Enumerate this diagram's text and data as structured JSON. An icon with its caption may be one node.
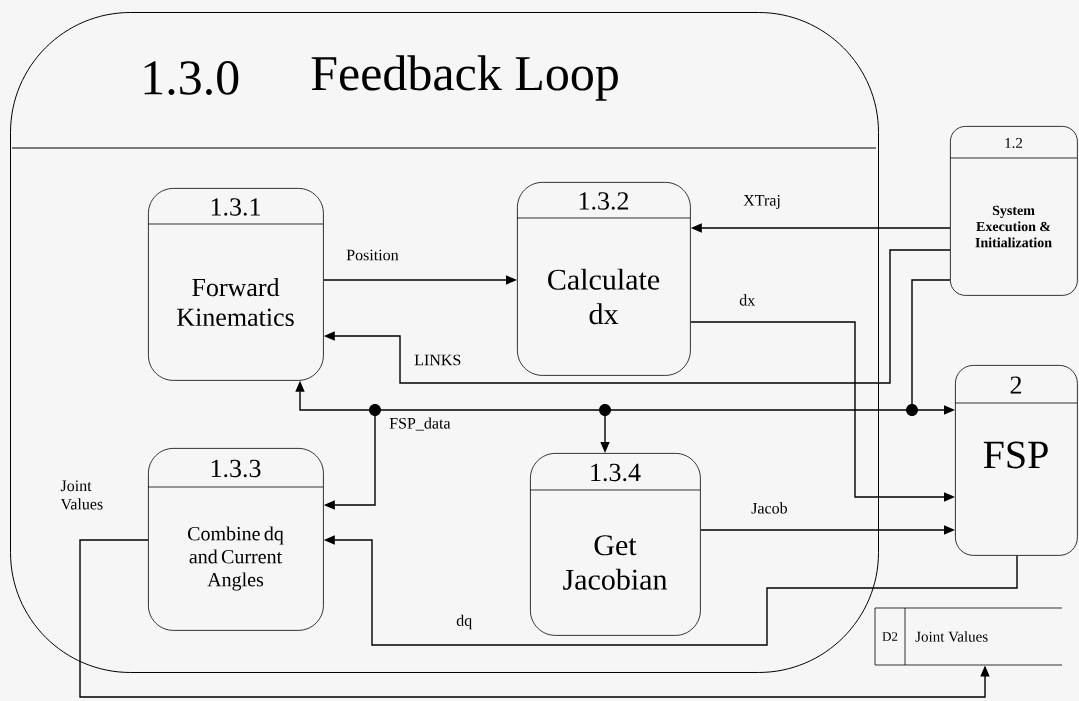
{
  "diagram": {
    "nodes": [
      {
        "text": [
          "1.3.0",
          "Feedback Loop"
        ]
      },
      {
        "text": [
          "1.3.1",
          "Forward Kinematics"
        ],
        "in": 0
      },
      {
        "text": [
          "1.3.2",
          "Calculate dx"
        ],
        "in": 0
      },
      {
        "text": [
          "1.3.3",
          "Combine dq and Current Angles"
        ],
        "in": 0
      },
      {
        "text": [
          "1.3.4",
          "Get Jacobian"
        ],
        "in": 0
      },
      {
        "text": [
          "1.2",
          "System Execution & Initialization"
        ]
      },
      {
        "text": [
          "2",
          "FSP"
        ]
      },
      {
        "text": [
          "D2",
          "Joint Values"
        ]
      }
    ],
    "edges": [
      {
        "from": 1,
        "to": 2,
        "arrow": "to",
        "label": "Position"
      },
      {
        "from": 5,
        "to": 2,
        "arrow": "to",
        "label": "XTraj"
      },
      {
        "from": 2,
        "to": 6,
        "arrow": "to",
        "label": "dx"
      },
      {
        "from": 5,
        "to": 1,
        "arrow": "to",
        "label": "LINKS"
      },
      {
        "from": 5,
        "to": 1,
        "arrow": "to"
      },
      {
        "from": 5,
        "to": 6,
        "arrow": "to"
      },
      {
        "from": 5,
        "to": 3,
        "arrow": "to",
        "label": "FSP_data"
      },
      {
        "from": 5,
        "to": 4,
        "arrow": "to"
      },
      {
        "from": 4,
        "to": 6,
        "arrow": "to",
        "label": "Jacob"
      },
      {
        "from": 6,
        "to": 3,
        "arrow": "to",
        "label": "dq"
      },
      {
        "from": 3,
        "to": 7,
        "arrow": "to",
        "label": "Joint Values"
      }
    ]
  }
}
